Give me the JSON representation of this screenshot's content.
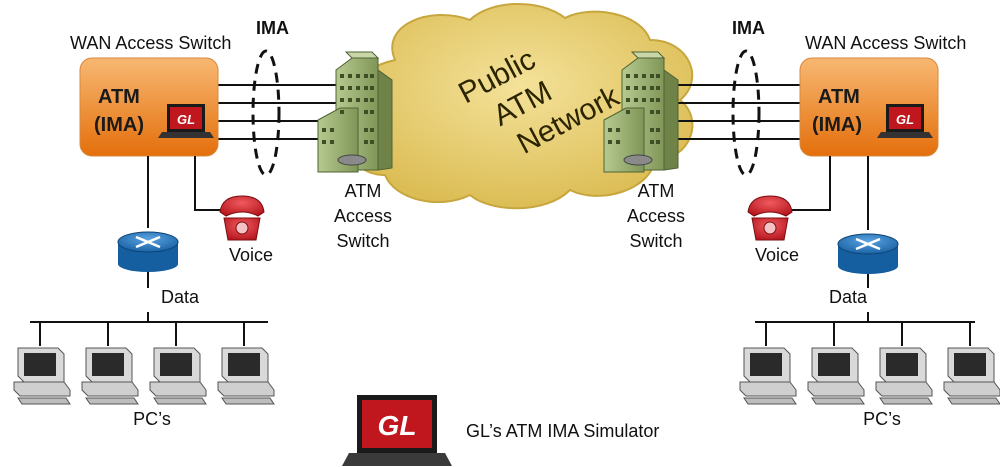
{
  "colors": {
    "switch_box_top": "#f6b06a",
    "switch_box_bottom": "#e8750f",
    "cloud": "#e9cf72",
    "building": "#9fb37a",
    "phone": "#d8232a",
    "router": "#1f6fb8",
    "gl_red": "#c0171f"
  },
  "left": {
    "switch_title": "WAN Access Switch",
    "ima_label": "IMA",
    "box_line1": "ATM",
    "box_line2": "(IMA)",
    "gl_badge": "GL",
    "voice_label": "Voice",
    "data_label": "Data",
    "pcs_label": "PC’s",
    "access_switch_lines": [
      "ATM",
      "Access",
      "Switch"
    ]
  },
  "right": {
    "switch_title": "WAN Access Switch",
    "ima_label": "IMA",
    "box_line1": "ATM",
    "box_line2": "(IMA)",
    "gl_badge": "GL",
    "voice_label": "Voice",
    "data_label": "Data",
    "pcs_label": "PC’s",
    "access_switch_lines": [
      "ATM",
      "Access",
      "Switch"
    ]
  },
  "cloud": {
    "lines": [
      "Public",
      "ATM",
      "Network"
    ]
  },
  "legend": {
    "badge": "GL",
    "label": "GL’s ATM IMA Simulator"
  },
  "icons": [
    "laptop-icon",
    "phone-icon",
    "router-icon",
    "pc-icon",
    "building-icon",
    "cloud-icon",
    "ima-ellipse-icon"
  ]
}
